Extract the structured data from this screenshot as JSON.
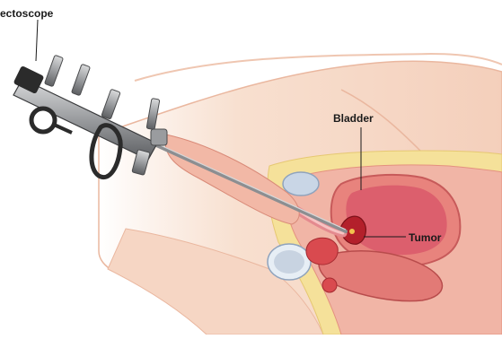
{
  "labels": {
    "resectoscope": "ectoscope",
    "bladder": "Bladder",
    "tumor": "Tumor"
  },
  "colors": {
    "skin": "#f7dcca",
    "skin_edge": "#e9b9a1",
    "fat": "#f5e19a",
    "bladder_wall": "#e8837d",
    "bladder_inner": "#c9333f",
    "tumor": "#b3202b",
    "bone": "#c9d6e6",
    "instrument": "#7d7f82",
    "instrument_dark": "#2b2b2b"
  }
}
